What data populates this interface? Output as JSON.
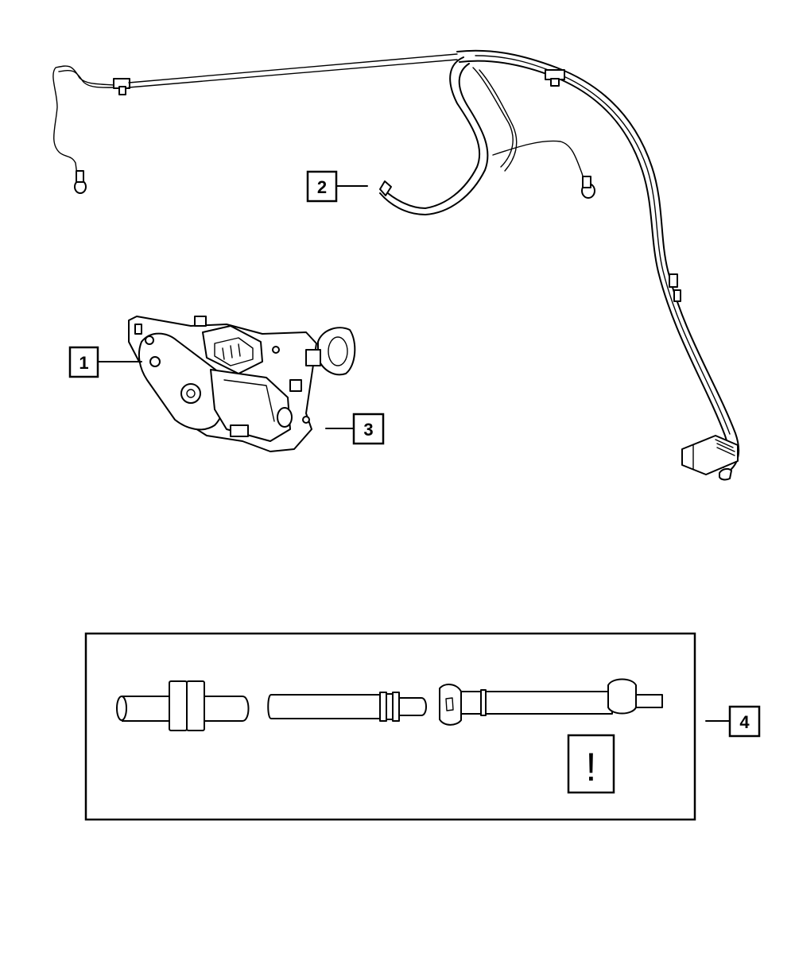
{
  "callouts": {
    "c1": "1",
    "c2": "2",
    "c3": "3",
    "c4": "4"
  },
  "warning": {
    "symbol": "!"
  }
}
